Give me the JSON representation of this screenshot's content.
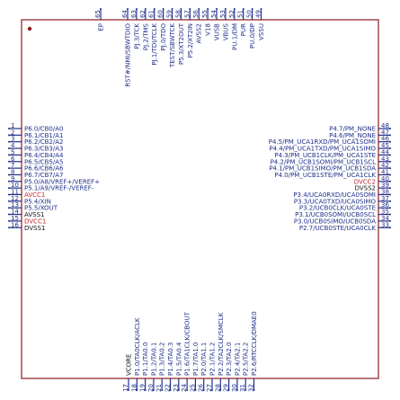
{
  "colors": {
    "outline": "#8b1a1a",
    "label": "#1f2f8a",
    "power": "#c0282b",
    "ground": "#111111",
    "pin": "#1f2f8a"
  },
  "left": {
    "labels": [
      "P6.0/CB0/A0",
      "P6.1/CB1/A1",
      "P6.2/CB2/A2",
      "P6.3/CB3/A3",
      "P6.4/CB4/A4",
      "P6.5/CB5/A5",
      "P6.6/CB6/A6",
      "P6.7/CB7/A7",
      "P5.0/A8/VREF+/VEREF+",
      "P5.1/A9/VREF-/VEREF-",
      "AVCC1",
      "P5.4/XIN",
      "P5.5/XOUT",
      "AVSS1",
      "DVCC1",
      "DVSS1"
    ],
    "kinds": [
      "s",
      "s",
      "s",
      "s",
      "s",
      "s",
      "s",
      "s",
      "s",
      "s",
      "p",
      "s",
      "s",
      "g",
      "p",
      "g"
    ],
    "numbers": [
      "1",
      "2",
      "3",
      "4",
      "5",
      "6",
      "7",
      "8",
      "9",
      "10",
      "11",
      "12",
      "13",
      "14",
      "15",
      "16"
    ]
  },
  "right": {
    "labels": [
      "P4.7/PM_NONE",
      "P4.6/PM_NONE",
      "P4.5/PM_UCA1RXD/PM_UCA1SOMI",
      "P4.4/PM_UCA1TXD/PM_UCA1SIMO",
      "P4.3/PM_UCB1CLK/PM_UCA1STE",
      "P4.2/PM_UCB1SOMI/PM_UCB1SCL",
      "P4.1/PM_UCB1SIMO/PM_UCB1SDA",
      "P4.0/PM_UCB1STE/PM_UCA1CLK",
      "DVCC2",
      "DVSS2",
      "P3.4/UCA0RXD/UCA0SOMI",
      "P3.3/UCA0TXD/UCA0SIMO",
      "P3.2/UCB0CLK/UCA0STE",
      "P3.1/UCB0SOMI/UCB0SCL",
      "P3.0/UCB0SIMO/UCB0SDA",
      "P2.7/UCB0STE/UCA0CLK"
    ],
    "kinds": [
      "s",
      "s",
      "s",
      "s",
      "s",
      "s",
      "s",
      "s",
      "p",
      "g",
      "s",
      "s",
      "s",
      "s",
      "s",
      "s"
    ],
    "numbers": [
      "48",
      "47",
      "46",
      "45",
      "44",
      "43",
      "42",
      "41",
      "40",
      "39",
      "38",
      "37",
      "36",
      "35",
      "34",
      "33"
    ]
  },
  "bottom": {
    "labels": [
      "VCORE",
      "P1.0/TA0CLK/ACLK",
      "P1.1/TA0.0",
      "P1.2/TA0.1",
      "P1.3/TA0.2",
      "P1.4/TA0.3",
      "P1.5/TA0.4",
      "P1.6/TA1CLK/CBOUT",
      "P1.7/TA1.0",
      "P2.0/TA1.1",
      "P2.1/TA1.2",
      "P2.2/TA2CLK/SMCLK",
      "P2.3/TA2.0",
      "P2.4/TA2.1",
      "P2.5/TA2.2",
      "P2.6/RTCCLK/DMAE0"
    ],
    "kinds": [
      "g",
      "s",
      "s",
      "s",
      "s",
      "s",
      "s",
      "s",
      "s",
      "s",
      "s",
      "s",
      "s",
      "s",
      "s",
      "s"
    ],
    "numbers": [
      "17",
      "18",
      "19",
      "20",
      "21",
      "22",
      "23",
      "24",
      "25",
      "26",
      "27",
      "28",
      "29",
      "30",
      "31",
      "32"
    ]
  },
  "top": {
    "labels": [
      "EP",
      "RST#/NMI/SBWTDIO",
      "PJ.3/TCK",
      "PJ.2/TMS",
      "PJ.1/TDI/TCLK",
      "PJ.0/TDO",
      "TEST/SBWTCK",
      "P5.3/XT2OUT",
      "P5.2/XT2IN",
      "AVSS2",
      "V18",
      "VUSB",
      "VBUS",
      "PU.1/DM",
      "PUR",
      "PU.0/DP",
      "VSSU"
    ],
    "kinds": [
      "s",
      "s",
      "s",
      "s",
      "s",
      "s",
      "s",
      "s",
      "s",
      "s",
      "s",
      "s",
      "s",
      "s",
      "s",
      "s",
      "s"
    ],
    "numbers": [
      "65",
      "64",
      "63",
      "62",
      "61",
      "60",
      "59",
      "58",
      "57",
      "56",
      "55",
      "54",
      "53",
      "52",
      "51",
      "50",
      "49"
    ]
  }
}
